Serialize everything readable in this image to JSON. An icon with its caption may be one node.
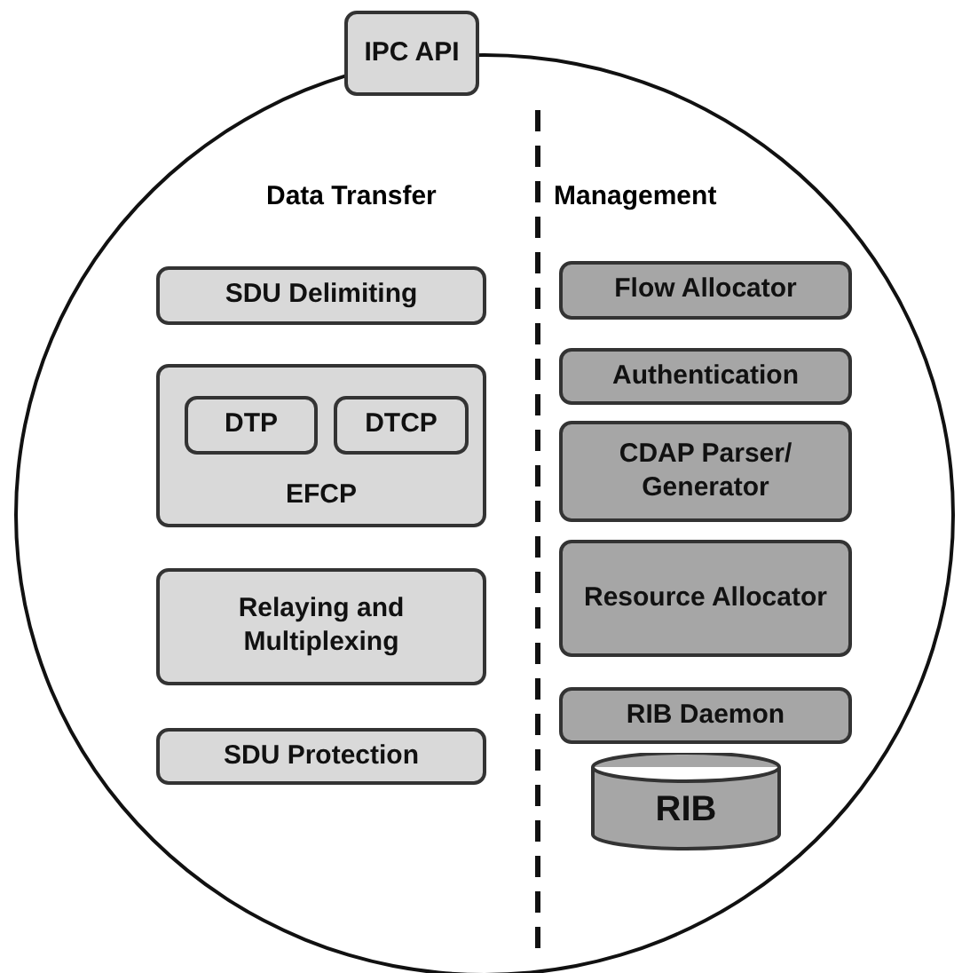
{
  "diagram": {
    "nodes": [
      {
        "text": [],
        "shape": "circle"
      },
      {
        "text": [
          "IPC API"
        ]
      },
      {
        "text": [
          "SDU Delimiting"
        ],
        "in": 0
      },
      {
        "text": [
          "EFCP"
        ],
        "in": 0
      },
      {
        "text": [
          "DTP"
        ],
        "in": 3
      },
      {
        "text": [
          "DTCP"
        ],
        "in": 3
      },
      {
        "text": [
          "Relaying and Multiplexing"
        ],
        "in": 0
      },
      {
        "text": [
          "SDU Protection"
        ],
        "in": 0
      },
      {
        "text": [
          "Flow Allocator"
        ],
        "in": 0
      },
      {
        "text": [
          "Authentication"
        ],
        "in": 0
      },
      {
        "text": [
          "CDAP Parser/ Generator"
        ],
        "in": 0
      },
      {
        "text": [
          "Resource Allocator"
        ],
        "in": 0
      },
      {
        "text": [
          "RIB Daemon"
        ],
        "in": 0
      },
      {
        "text": [
          "RIB"
        ],
        "in": 0
      }
    ],
    "edges": [],
    "labels": [
      "Data Transfer",
      "Management"
    ]
  }
}
